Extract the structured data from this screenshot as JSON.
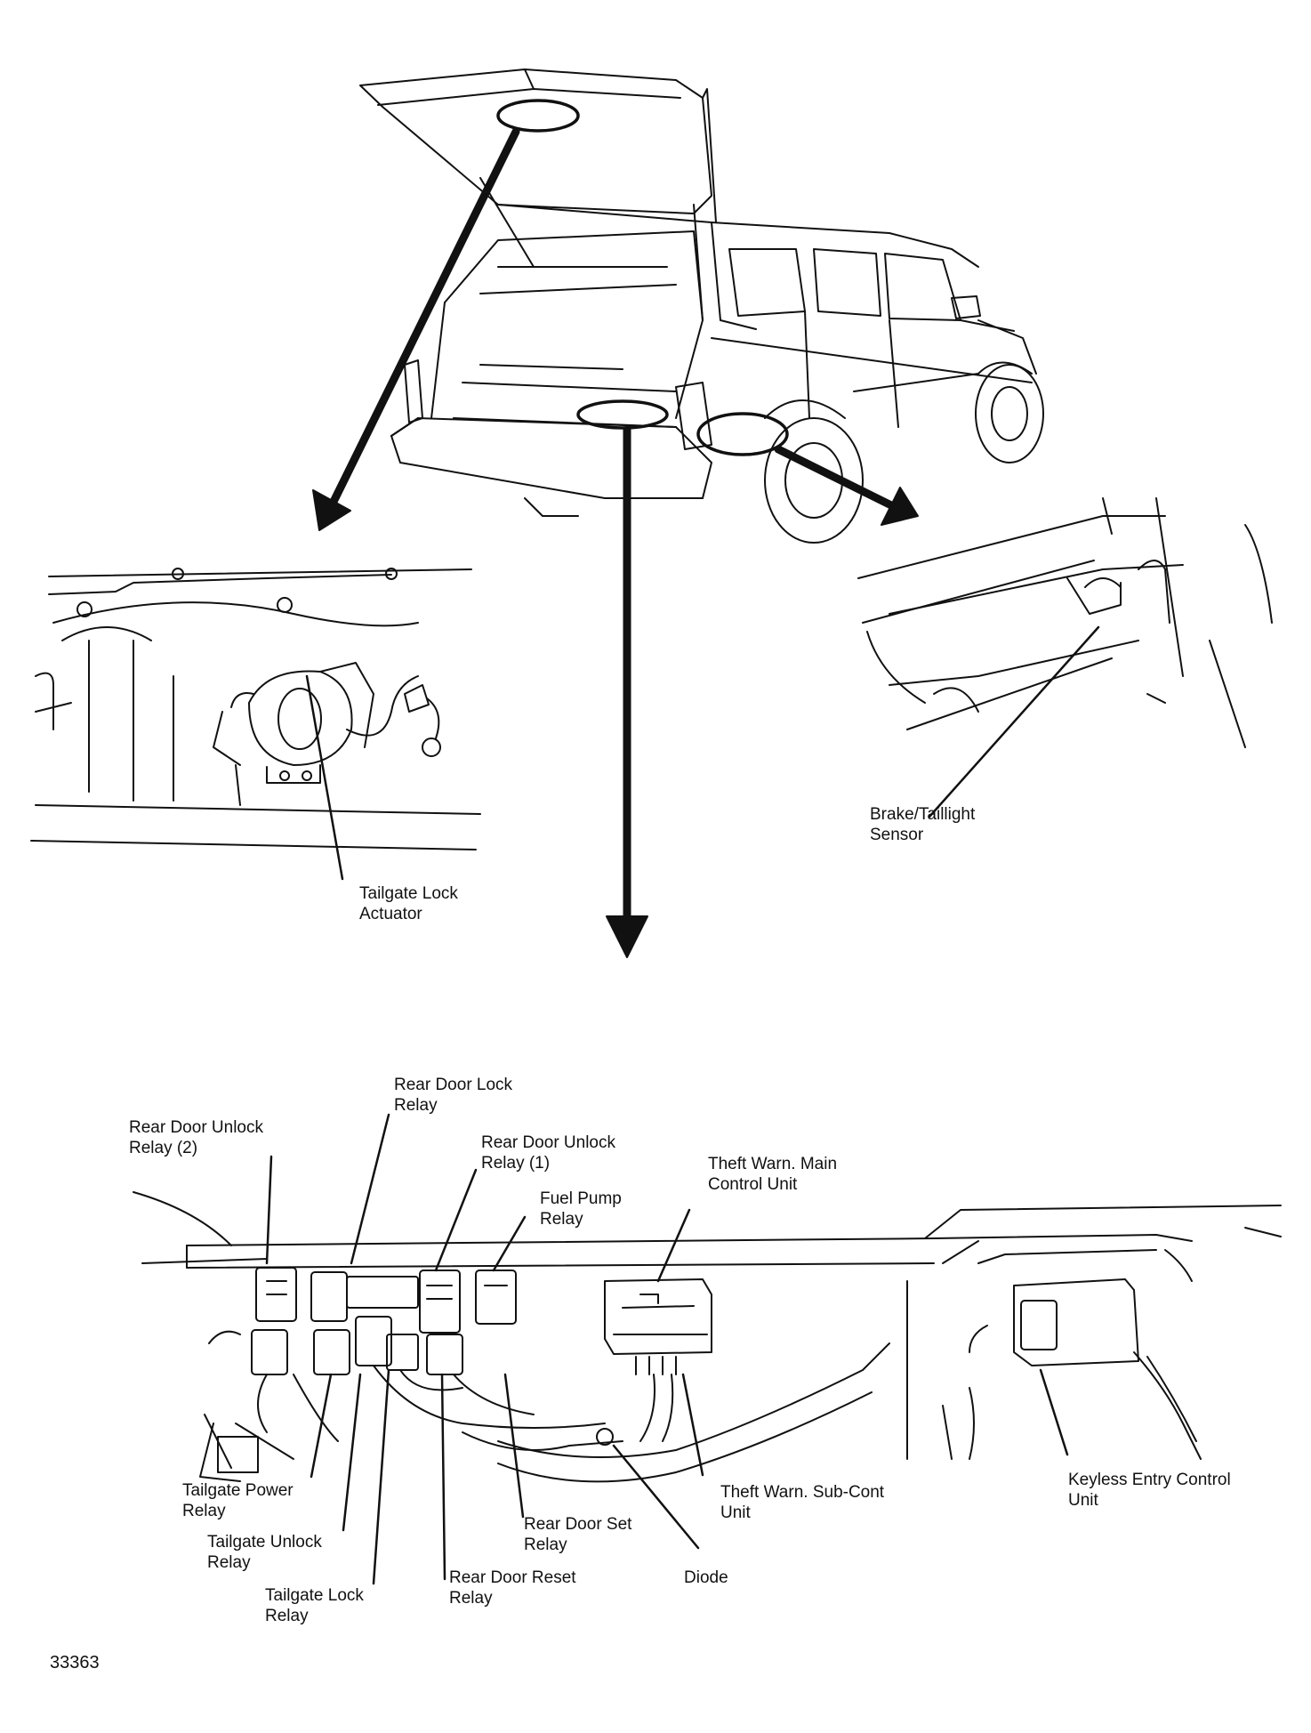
{
  "labels": {
    "tailgate_lock_actuator": [
      "Tailgate Lock",
      "Actuator"
    ],
    "brake_taillight_sensor": [
      "Brake/Taillight",
      "Sensor"
    ],
    "rear_door_lock_relay": [
      "Rear Door Lock",
      "Relay"
    ],
    "rear_door_unlock_relay_2": [
      "Rear Door Unlock",
      "Relay (2)"
    ],
    "rear_door_unlock_relay_1": [
      "Rear Door Unlock",
      "Relay (1)"
    ],
    "fuel_pump_relay": [
      "Fuel Pump",
      "Relay"
    ],
    "theft_warn_main_control_unit": [
      "Theft Warn. Main",
      "Control Unit"
    ],
    "tailgate_power_relay": [
      "Tailgate Power",
      "Relay"
    ],
    "tailgate_unlock_relay": [
      "Tailgate Unlock",
      "Relay"
    ],
    "tailgate_lock_relay": [
      "Tailgate Lock",
      "Relay"
    ],
    "rear_door_reset_relay": [
      "Rear Door Reset",
      "Relay"
    ],
    "rear_door_set_relay": [
      "Rear Door Set",
      "Relay"
    ],
    "diode": [
      "Diode"
    ],
    "theft_warn_sub_cont_unit": [
      "Theft Warn. Sub-Cont",
      "Unit"
    ],
    "keyless_entry_control_unit": [
      "Keyless Entry Control",
      "Unit"
    ]
  },
  "figure_number": "33363"
}
